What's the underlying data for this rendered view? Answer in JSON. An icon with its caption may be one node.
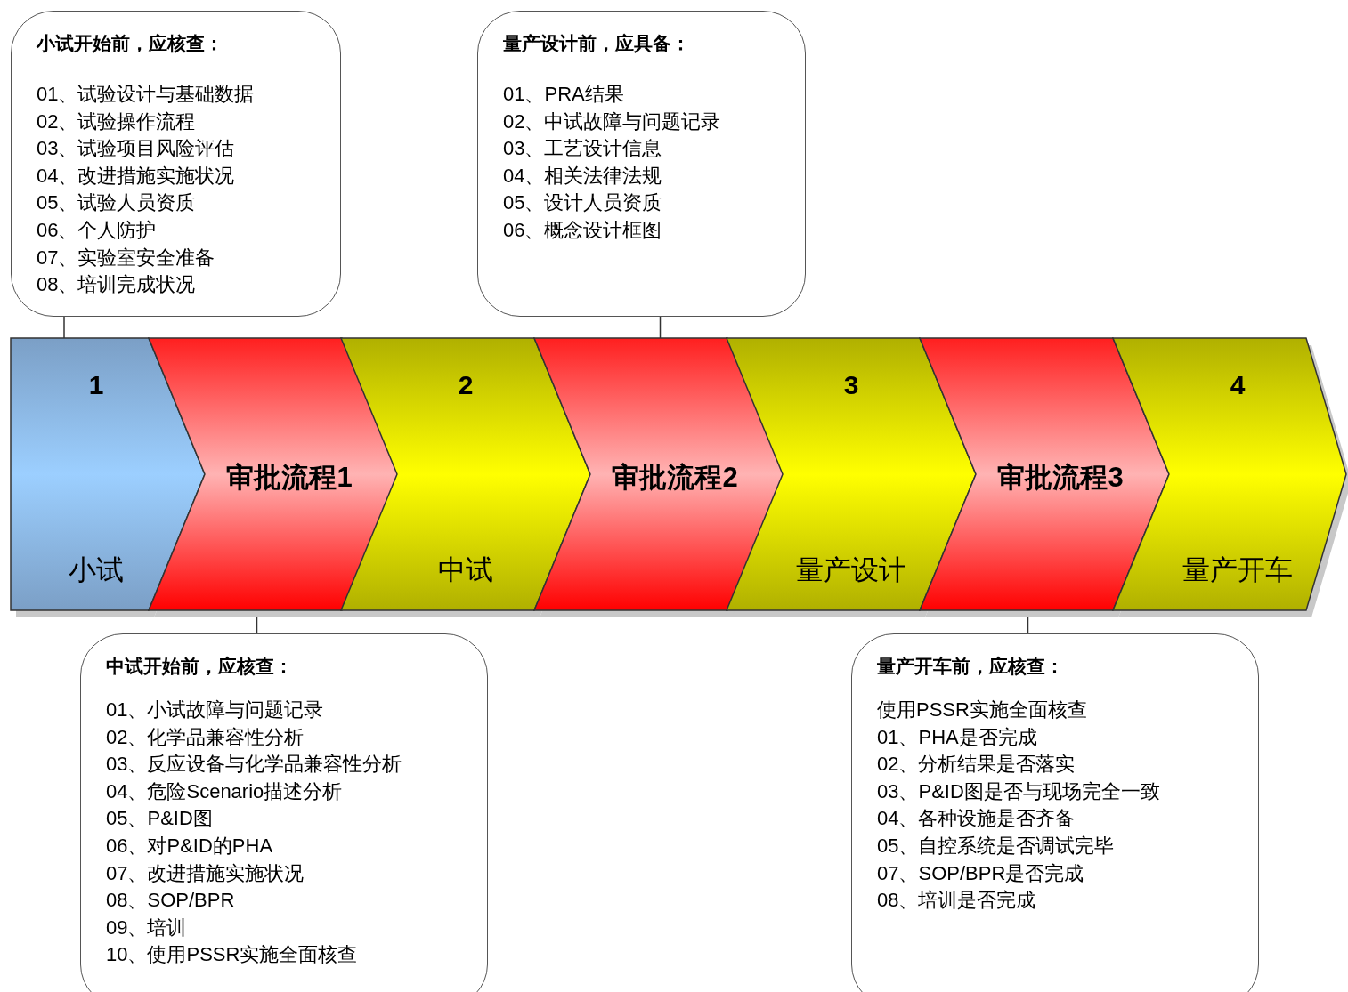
{
  "diagram": {
    "nodes": [
      {
        "text": [
          "小试开始前，应核查：",
          "01、试验设计与基础数据",
          "02、试验操作流程",
          "03、试验项目风险评估",
          "04、改进措施实施状况",
          "05、试验人员资质",
          "06、个人防护",
          "07、实验室安全准备",
          "08、培训完成状况"
        ]
      },
      {
        "text": [
          "量产设计前，应具备：",
          "01、PRA结果",
          "02、中试故障与问题记录",
          "03、工艺设计信息",
          "04、相关法律法规",
          "05、设计人员资质",
          "06、概念设计框图"
        ]
      },
      {
        "text": [
          "1",
          "小试"
        ]
      },
      {
        "text": [
          "审批流程1"
        ]
      },
      {
        "text": [
          "2",
          "中试"
        ]
      },
      {
        "text": [
          "审批流程2"
        ]
      },
      {
        "text": [
          "3",
          "量产设计"
        ]
      },
      {
        "text": [
          "审批流程3"
        ]
      },
      {
        "text": [
          "4",
          "量产开车"
        ]
      },
      {
        "text": [
          "中试开始前，应核查：",
          "01、小试故障与问题记录",
          "02、化学品兼容性分析",
          "03、反应设备与化学品兼容性分析",
          "04、危险Scenario描述分析",
          "05、P&ID图",
          "06、对P&ID的PHA",
          "07、改进措施实施状况",
          "08、SOP/BPR",
          "09、培训",
          "10、使用PSSR实施全面核查"
        ]
      },
      {
        "text": [
          "量产开车前，应核查：",
          "使用PSSR实施全面核查",
          "01、PHA是否完成",
          "02、分析结果是否落实",
          "03、P&ID图是否与现场完全一致",
          "04、各种设施是否齐备",
          "05、自控系统是否调试完毕",
          "07、SOP/BPR是否完成",
          "08、培训是否完成"
        ]
      }
    ],
    "edges": [
      {
        "from": 0,
        "to": 2,
        "arrow": "none"
      },
      {
        "from": 1,
        "to": 5,
        "arrow": "none"
      },
      {
        "from": 9,
        "to": 3,
        "arrow": "none"
      },
      {
        "from": 10,
        "to": 7,
        "arrow": "none"
      }
    ]
  }
}
